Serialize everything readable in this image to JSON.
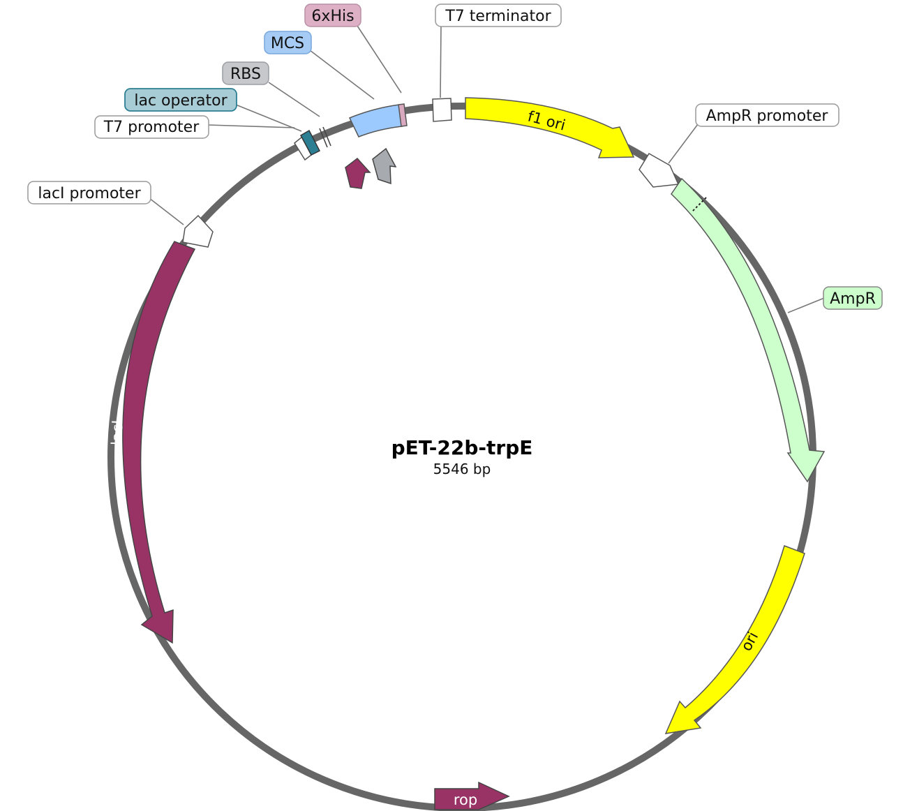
{
  "plasmid": {
    "name": "pET-22b-trpE",
    "size_label": "5546 bp"
  },
  "features": {
    "f1_ori": {
      "label": "f1 ori",
      "color": "#ffff00"
    },
    "ampr_promoter": {
      "label": "AmpR promoter",
      "color": "#ffffff"
    },
    "ampr": {
      "label": "AmpR",
      "color": "#ccffcc"
    },
    "ori": {
      "label": "ori",
      "color": "#ffff00"
    },
    "rop": {
      "label": "rop",
      "color": "#993366"
    },
    "laci": {
      "label": "lacI",
      "color": "#993366"
    },
    "laci_promoter": {
      "label": "lacI promoter",
      "color": "#ffffff"
    },
    "t7_promoter": {
      "label": "T7 promoter",
      "color": "#ffffff"
    },
    "lac_operator": {
      "label": "lac operator",
      "color": "#2c7f93"
    },
    "rbs": {
      "label": "RBS",
      "color": "#c0c3c8"
    },
    "mcs": {
      "label": "MCS",
      "color": "#9ccaff"
    },
    "his6": {
      "label": "6xHis",
      "color": "#d9a9c0"
    },
    "t7_terminator": {
      "label": "T7 terminator",
      "color": "#ffffff"
    }
  },
  "colors": {
    "backbone": "#666666",
    "laci_label_box": "#a8ccd6",
    "rbs_label_box": "#c6c8cc",
    "mcs_label_box": "#a6ccf5",
    "his_label_box": "#ddb0c6",
    "ampr_label_box": "#ccffcc"
  }
}
